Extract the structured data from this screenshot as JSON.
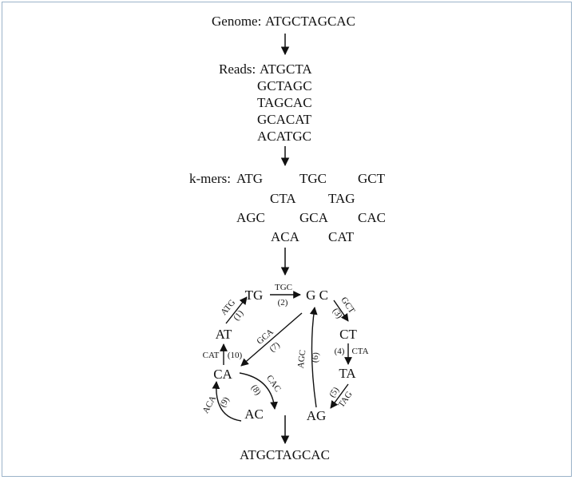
{
  "genome": {
    "label": "Genome:",
    "sequence": "ATGCTAGCAC"
  },
  "reads": {
    "label": "Reads:",
    "items": [
      "ATGCTA",
      "GCTAGC",
      "TAGCAC",
      "GCACAT",
      "ACATGC"
    ]
  },
  "kmers": {
    "label": "k-mers:",
    "rows": [
      [
        "ATG",
        "TGC",
        "GCT"
      ],
      [
        "CTA",
        "TAG"
      ],
      [
        "AGC",
        "GCA",
        "CAC"
      ],
      [
        "ACA",
        "CAT"
      ]
    ]
  },
  "graph": {
    "nodes": {
      "TG": "TG",
      "GC": "G C",
      "CT": "CT",
      "TA": "TA",
      "AG": "AG",
      "AT": "AT",
      "CA": "CA",
      "AC": "AC"
    },
    "edges": [
      {
        "id": "e1",
        "kmer": "ATG",
        "order": "(1)"
      },
      {
        "id": "e2",
        "kmer": "TGC",
        "order": "(2)"
      },
      {
        "id": "e3",
        "kmer": "GCT",
        "order": "(3)"
      },
      {
        "id": "e4",
        "kmer": "CTA",
        "order": "(4)"
      },
      {
        "id": "e5",
        "kmer": "TAG",
        "order": "(5)"
      },
      {
        "id": "e6",
        "kmer": "AGC",
        "order": "(6)"
      },
      {
        "id": "e7",
        "kmer": "GCA",
        "order": "(7)"
      },
      {
        "id": "e8",
        "kmer": "CAC",
        "order": "(8)"
      },
      {
        "id": "e9",
        "kmer": "ACA",
        "order": "(9)"
      },
      {
        "id": "e10",
        "kmer": "CAT",
        "order": "(10)"
      }
    ]
  },
  "result": "ATGCTAGCAC"
}
